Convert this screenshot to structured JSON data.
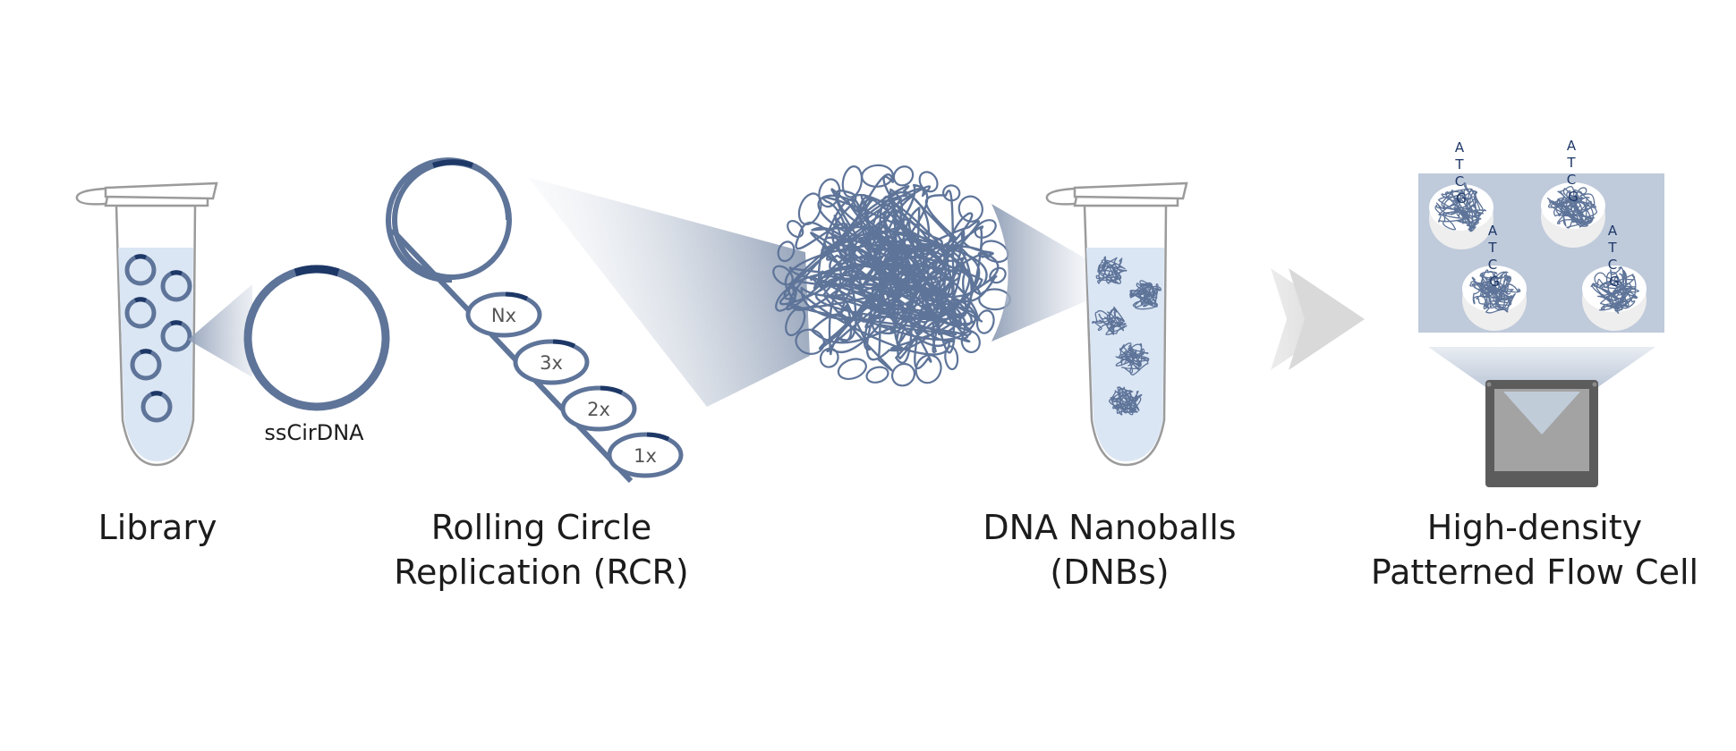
{
  "labels": {
    "ss_cir_dna": "ssCirDNA",
    "rcr_copies": [
      "Nx",
      "3x",
      "2x",
      "1x"
    ],
    "bases": [
      "A",
      "T",
      "C",
      "G"
    ]
  },
  "captions": {
    "library": "Library",
    "rcr_line1": "Rolling Circle",
    "rcr_line2": "Replication (RCR)",
    "dnb_line1": "DNA Nanoballs",
    "dnb_line2": "(DNBs)",
    "flow_line1": "High-density",
    "flow_line2": "Patterned Flow Cell"
  },
  "colors": {
    "strand": "#5e7499",
    "marker": "#1d3766",
    "liquid": "#dbe6f4",
    "tube_outline": "#9b9b9b",
    "flow_panel": "#bfcadb",
    "chevron": "#e3e3e3",
    "chip": "#5c5c5c",
    "chip_window": "#a3a3a3",
    "text": "#1c1c1c"
  }
}
